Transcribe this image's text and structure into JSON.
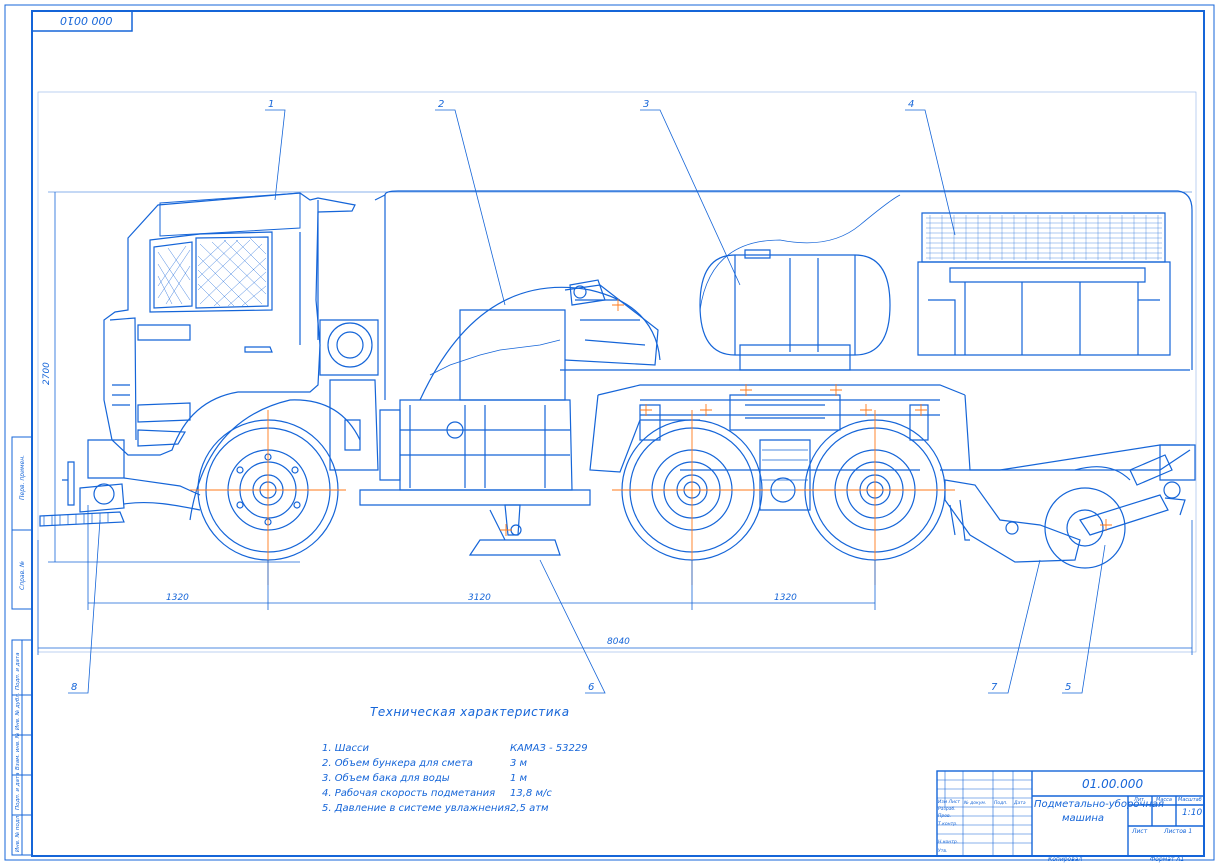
{
  "sheet": {
    "corner_code": "000 0010",
    "colors": {
      "line": "#1565d8",
      "accent": "#ff7a1a",
      "paper": "#ffffff"
    }
  },
  "callouts": [
    "1",
    "2",
    "3",
    "4",
    "5",
    "6",
    "7",
    "8"
  ],
  "dimensions": {
    "height": "2700",
    "front_overhang": "1320",
    "wheelbase": "3120",
    "rear_axle_spread": "1320",
    "overall_length": "8040"
  },
  "specs": {
    "title": "Техническая характеристика",
    "rows": [
      {
        "label": "1. Шасси",
        "value": "КАМАЗ - 53229"
      },
      {
        "label": "2. Объем бункера для смета",
        "value": "3 м"
      },
      {
        "label": "3. Объем бака для воды",
        "value": "1 м"
      },
      {
        "label": "4. Рабочая скорость подметания",
        "value": "13,8 м/с"
      },
      {
        "label": "5. Давление в системе увлажнения",
        "value": "2,5 атм"
      }
    ]
  },
  "title_block": {
    "designation": "01.00.000",
    "name_line1": "Подметально-уборочная",
    "name_line2": "машина",
    "col_lit": "Лит.",
    "col_mass": "Масса",
    "col_scale": "Масштаб",
    "scale": "1:10",
    "sheet_label": "Лист",
    "sheets_label": "Листов 1",
    "copied": "Копировал",
    "format": "Формат А1",
    "row_labels": [
      "Изм Лист",
      "№ докум.",
      "Подп.",
      "Дата",
      "Разраб.",
      "Пров.",
      "Т.контр.",
      "Н.контр.",
      "Утв."
    ]
  },
  "side_stamp": [
    "Перв. примен.",
    "Справ. №",
    "Подп. и дата",
    "Инв. № дубл.",
    "Взам. инв. №",
    "Подп. и дата",
    "Инв. № подл."
  ]
}
